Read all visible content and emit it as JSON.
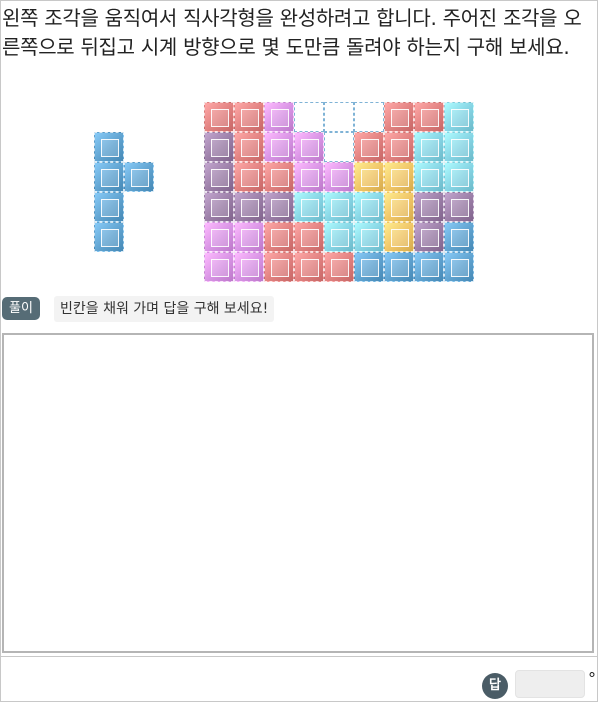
{
  "question": "왼쪽 조각을 움직여서 직사각형을 완성하려고 합니다. 주어진 조각을 오른쪽으로 뒤집고 시계 방향으로 몇 도만큼 돌려야 하는지 구해 보세요.",
  "solution": {
    "badge": "풀이",
    "hint": "빈칸을 채워 가며 답을 구해 보세요!"
  },
  "answer": {
    "badge": "답",
    "value": "",
    "unit": "°"
  },
  "colors": {
    "R": "#e0807f",
    "P": "#9a7da6",
    "M": "#d692e3",
    "C": "#85d3e3",
    "Y": "#efc466",
    "B": "#5fa2cf"
  },
  "piece_grid": [
    "B.",
    "BB",
    "B.",
    "B."
  ],
  "board_grid": [
    "RRM...RRC",
    "PRMM.RRCC",
    "PRRMMYYCC",
    "PPPCCCYPP",
    "MMRRCCYPB",
    "MMRRRBBBB"
  ]
}
